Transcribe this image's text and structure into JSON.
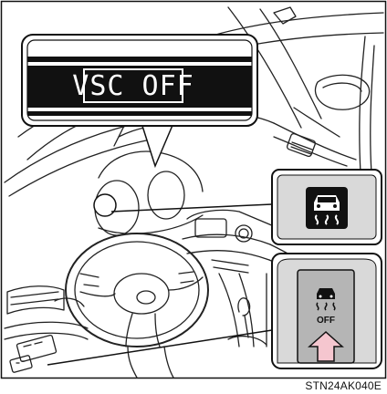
{
  "display": {
    "message": "VSC OFF"
  },
  "switch": {
    "label": "OFF"
  },
  "figure": {
    "code": "STN24AK040E"
  },
  "icons": {
    "indicator": "skid-slip-indicator-icon",
    "switch_icon": "skid-slip-off-icon",
    "press": "press-arrow-icon"
  },
  "colors": {
    "arrow_fill": "#f5c6cf",
    "panel_gray": "#d4d4d4",
    "lcd_bg": "#111111"
  }
}
